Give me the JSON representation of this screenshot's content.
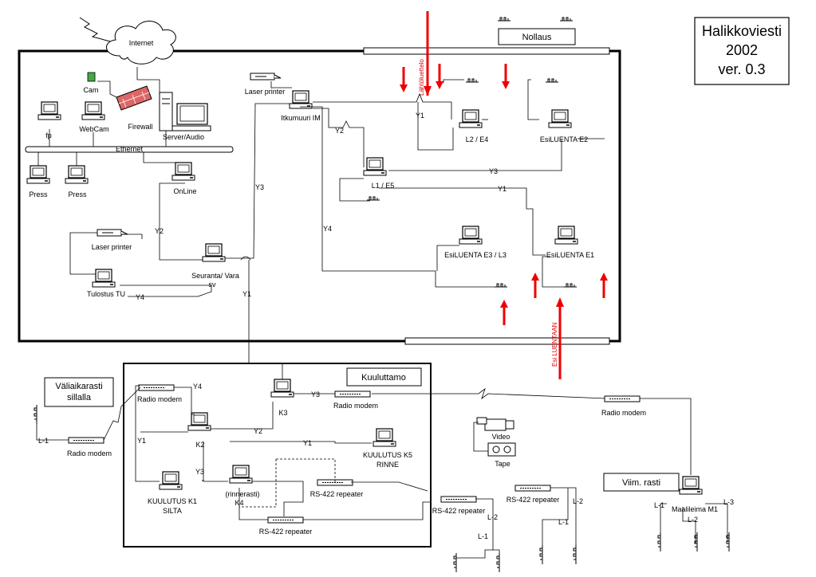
{
  "title": {
    "line1": "Halikkoviesti",
    "line2": "2002",
    "line3": "ver. 0.3"
  },
  "nollaus": "Nollaus",
  "internet": "Internet",
  "main_room": {
    "cam": "Cam",
    "webcam": "WebCam",
    "fp": "fp",
    "firewall": "Firewall",
    "server": "Server/Audio",
    "ethernet": "Ethernet",
    "press1": "Press",
    "press2": "Press",
    "online": "OnLine",
    "laser1": "Laser printer",
    "laser2": "Laser printer",
    "itkumuuri": "Itkumuuri  IM",
    "tulostus": "Tulostus TU",
    "seuranta1": "Seuranta/ Vara",
    "seuranta2": "sv",
    "l2e4": "L2 / E4",
    "esi_e2": "EsiLUENTA  E2",
    "l1e5": "L1  /  E5",
    "esi_e3": "EsiLUENTA  E3 / L3",
    "esi_e1": "EsiLUENTA  E1",
    "lahtolabel": "Lähtöluettelo",
    "esi_luentaan": "Esi LUENTAAN",
    "lines": {
      "y1a": "Y1",
      "y2a": "Y2",
      "y3a": "Y3",
      "y1b": "Y1",
      "y3b": "Y3",
      "y2b": "Y2",
      "y4a": "Y4",
      "y4b": "Y4",
      "y1c": "Y1"
    }
  },
  "kuuluttamo": {
    "title": "Kuuluttamo",
    "radio_modem": "Radio modem",
    "y4": "Y4",
    "k2": "K2",
    "k3": "K3",
    "y3k3": "Y3",
    "radio_k3": "Radio modem",
    "y2": "Y2",
    "y1a": "Y1",
    "y1b": "Y1",
    "k5_1": "KUULUTUS K5",
    "k5_2": "RINNE",
    "y3": "Y3",
    "rinnerasti": "(rinnerasti)",
    "k4": "K4",
    "k1_1": "KUULUTUS K1",
    "k1_2": "SILTA",
    "rs1": "RS-422 repeater",
    "rs2": "RS-422 repeater"
  },
  "valiaikarasti": {
    "line1": "Väliaikarasti",
    "line2": "sillalla",
    "l1": "L-1",
    "radio": "Radio modem"
  },
  "remote": {
    "radio": "Radio modem",
    "rs3": "RS-422 repeater",
    "rs4": "RS-422 repeater",
    "video": "Video",
    "tape": "Tape",
    "viim": "Viim. rasti",
    "maalileima": "Maalileima M1",
    "l1a": "L-1",
    "l2a": "L-2",
    "l1b": "L-1",
    "l2b": "L-2",
    "l1c": "L-1",
    "l2c": "L-2",
    "l3c": "L-3"
  }
}
